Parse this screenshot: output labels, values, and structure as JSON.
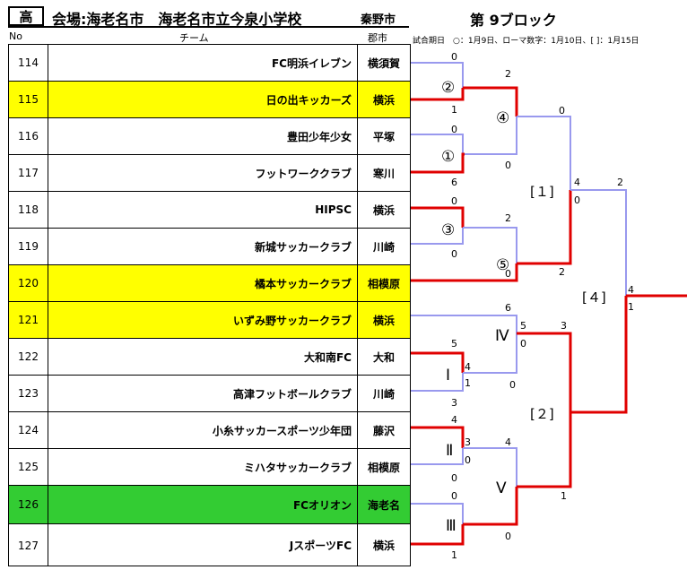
{
  "header": {
    "category": "高",
    "venue": "会場:海老名市　海老名市立今泉小学校",
    "host": "秦野市",
    "block": "第 9ブロック",
    "col_no": "No",
    "col_team": "チーム",
    "col_city": "郡市",
    "legend": "試合期日　○：1月9日、ローマ数字：1月10日、[ ]：1月15日"
  },
  "teams": [
    {
      "no": "114",
      "name": "FC明浜イレブン",
      "city": "横須賀",
      "bg": ""
    },
    {
      "no": "115",
      "name": "日の出キッカーズ",
      "city": "横浜",
      "bg": "yellow"
    },
    {
      "no": "116",
      "name": "豊田少年少女",
      "city": "平塚",
      "bg": ""
    },
    {
      "no": "117",
      "name": "フットワーククラブ",
      "city": "寒川",
      "bg": ""
    },
    {
      "no": "118",
      "name": "HIPSC",
      "city": "横浜",
      "bg": ""
    },
    {
      "no": "119",
      "name": "新城サッカークラブ",
      "city": "川崎",
      "bg": ""
    },
    {
      "no": "120",
      "name": "橘本サッカークラブ",
      "city": "相模原",
      "bg": "yellow"
    },
    {
      "no": "121",
      "name": "いずみ野サッカークラブ",
      "city": "横浜",
      "bg": "yellow"
    },
    {
      "no": "122",
      "name": "大和南FC",
      "city": "大和",
      "bg": ""
    },
    {
      "no": "123",
      "name": "高津フットボールクラブ",
      "city": "川崎",
      "bg": ""
    },
    {
      "no": "124",
      "name": "小糸サッカースポーツ少年団",
      "city": "藤沢",
      "bg": ""
    },
    {
      "no": "125",
      "name": "ミハタサッカークラブ",
      "city": "相模原",
      "bg": ""
    },
    {
      "no": "126",
      "name": "FCオリオン",
      "city": "海老名",
      "bg": "green"
    },
    {
      "no": "127",
      "name": "JスポーツFC",
      "city": "横浜",
      "bg": ""
    }
  ],
  "bracket": {
    "labels": [
      "②",
      "①",
      "③",
      "④",
      "⑤",
      "Ⅳ",
      "Ⅰ",
      "Ⅱ",
      "Ⅴ",
      "Ⅲ",
      "[１]",
      "[２]",
      "[４]"
    ],
    "scores": [
      "0",
      "1",
      "0",
      "6",
      "0",
      "0",
      "2",
      "0",
      "0",
      "2",
      "0",
      "2",
      "4",
      "0",
      "2",
      "4",
      "1",
      "6",
      "5",
      "0",
      "3",
      "5",
      "4",
      "1",
      "3",
      "0",
      "4",
      "3",
      "0",
      "0",
      "4",
      "1",
      "0",
      "1",
      "0"
    ]
  },
  "colors": {
    "winner": "#e00000",
    "loser": "#9999ee",
    "yellow": "#ffff00",
    "green": "#33cc33"
  }
}
